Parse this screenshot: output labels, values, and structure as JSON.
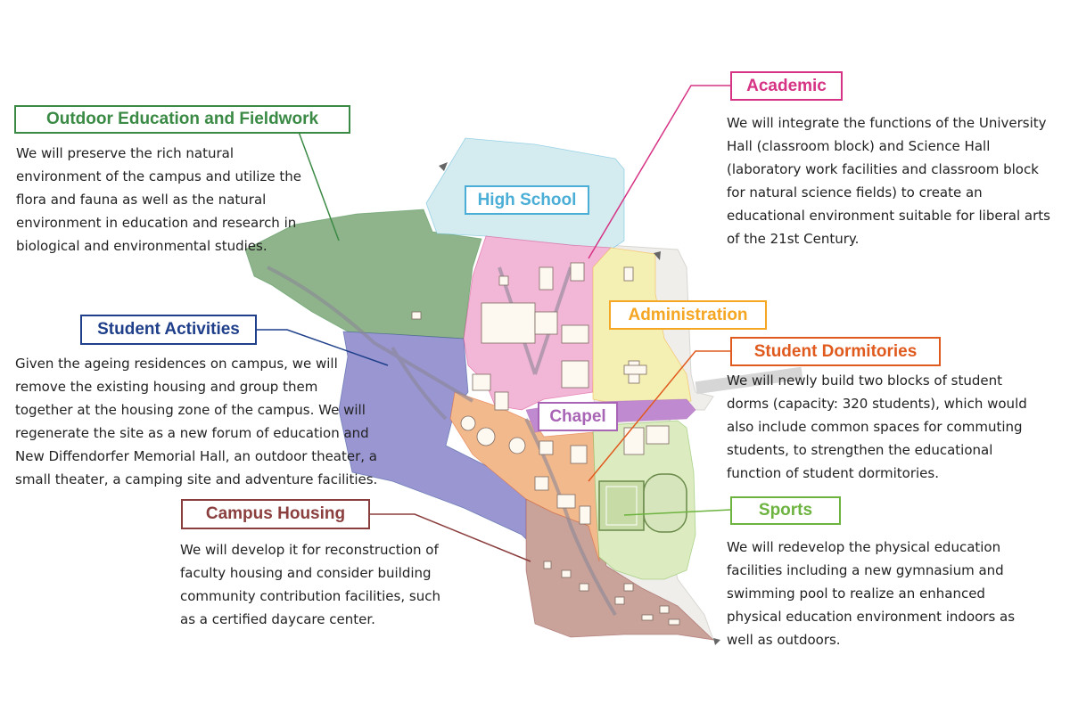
{
  "zones": {
    "outdoor": {
      "title": "Outdoor Education and Fieldwork",
      "color": "#3a8a45",
      "fill": "#8fb38a",
      "description": "We will preserve the rich natural environment of the campus and utilize the flora and fauna as well as the natural environment in education and research in biological and environmental studies."
    },
    "activities": {
      "title": "Student Activities",
      "color": "#1f3f8a",
      "fill": "#9a96d2",
      "description": "Given the ageing residences on campus, we will remove the existing housing and group them together at the housing zone of the campus. We will regenerate the site as a new forum of education and New Diffendorfer Memorial Hall, an outdoor theater, a small theater, a camping site and adventure facilities."
    },
    "housing": {
      "title": "Campus Housing",
      "color": "#8b3e3e",
      "fill": "#c9a39a",
      "description": "We will develop it for reconstruction of faculty housing and consider building community contribution facilities, such as a certified daycare center."
    },
    "highschool": {
      "title": "High School",
      "color": "#4aaed6",
      "fill": "#d4ecef"
    },
    "academic": {
      "title": "Academic",
      "color": "#d63384",
      "fill": "#f2b6d6",
      "description": "We will integrate the functions of the University Hall (classroom block) and Science Hall (laboratory work facilities and classroom block for natural science fields) to create an educational environment suitable for liberal arts of the 21st Century."
    },
    "administration": {
      "title": "Administration",
      "color": "#f5a623",
      "fill": "#f4f0b4"
    },
    "dormitories": {
      "title": "Student Dormitories",
      "color": "#e05a1e",
      "fill": "#f2b98d",
      "description": "We will newly build two blocks of student dorms (capacity: 320 students), which would also include common spaces for commuting students, to strengthen the educational function of student dormitories."
    },
    "chapel": {
      "title": "Chapel",
      "color": "#a865b5",
      "fill": "#c08ad0"
    },
    "sports": {
      "title": "Sports",
      "color": "#6db33f",
      "fill": "#dcebc0",
      "description": "We will redevelop the physical education facilities including a new gymnasium and swimming pool to realize an enhanced physical education environment indoors as well as outdoors."
    }
  }
}
